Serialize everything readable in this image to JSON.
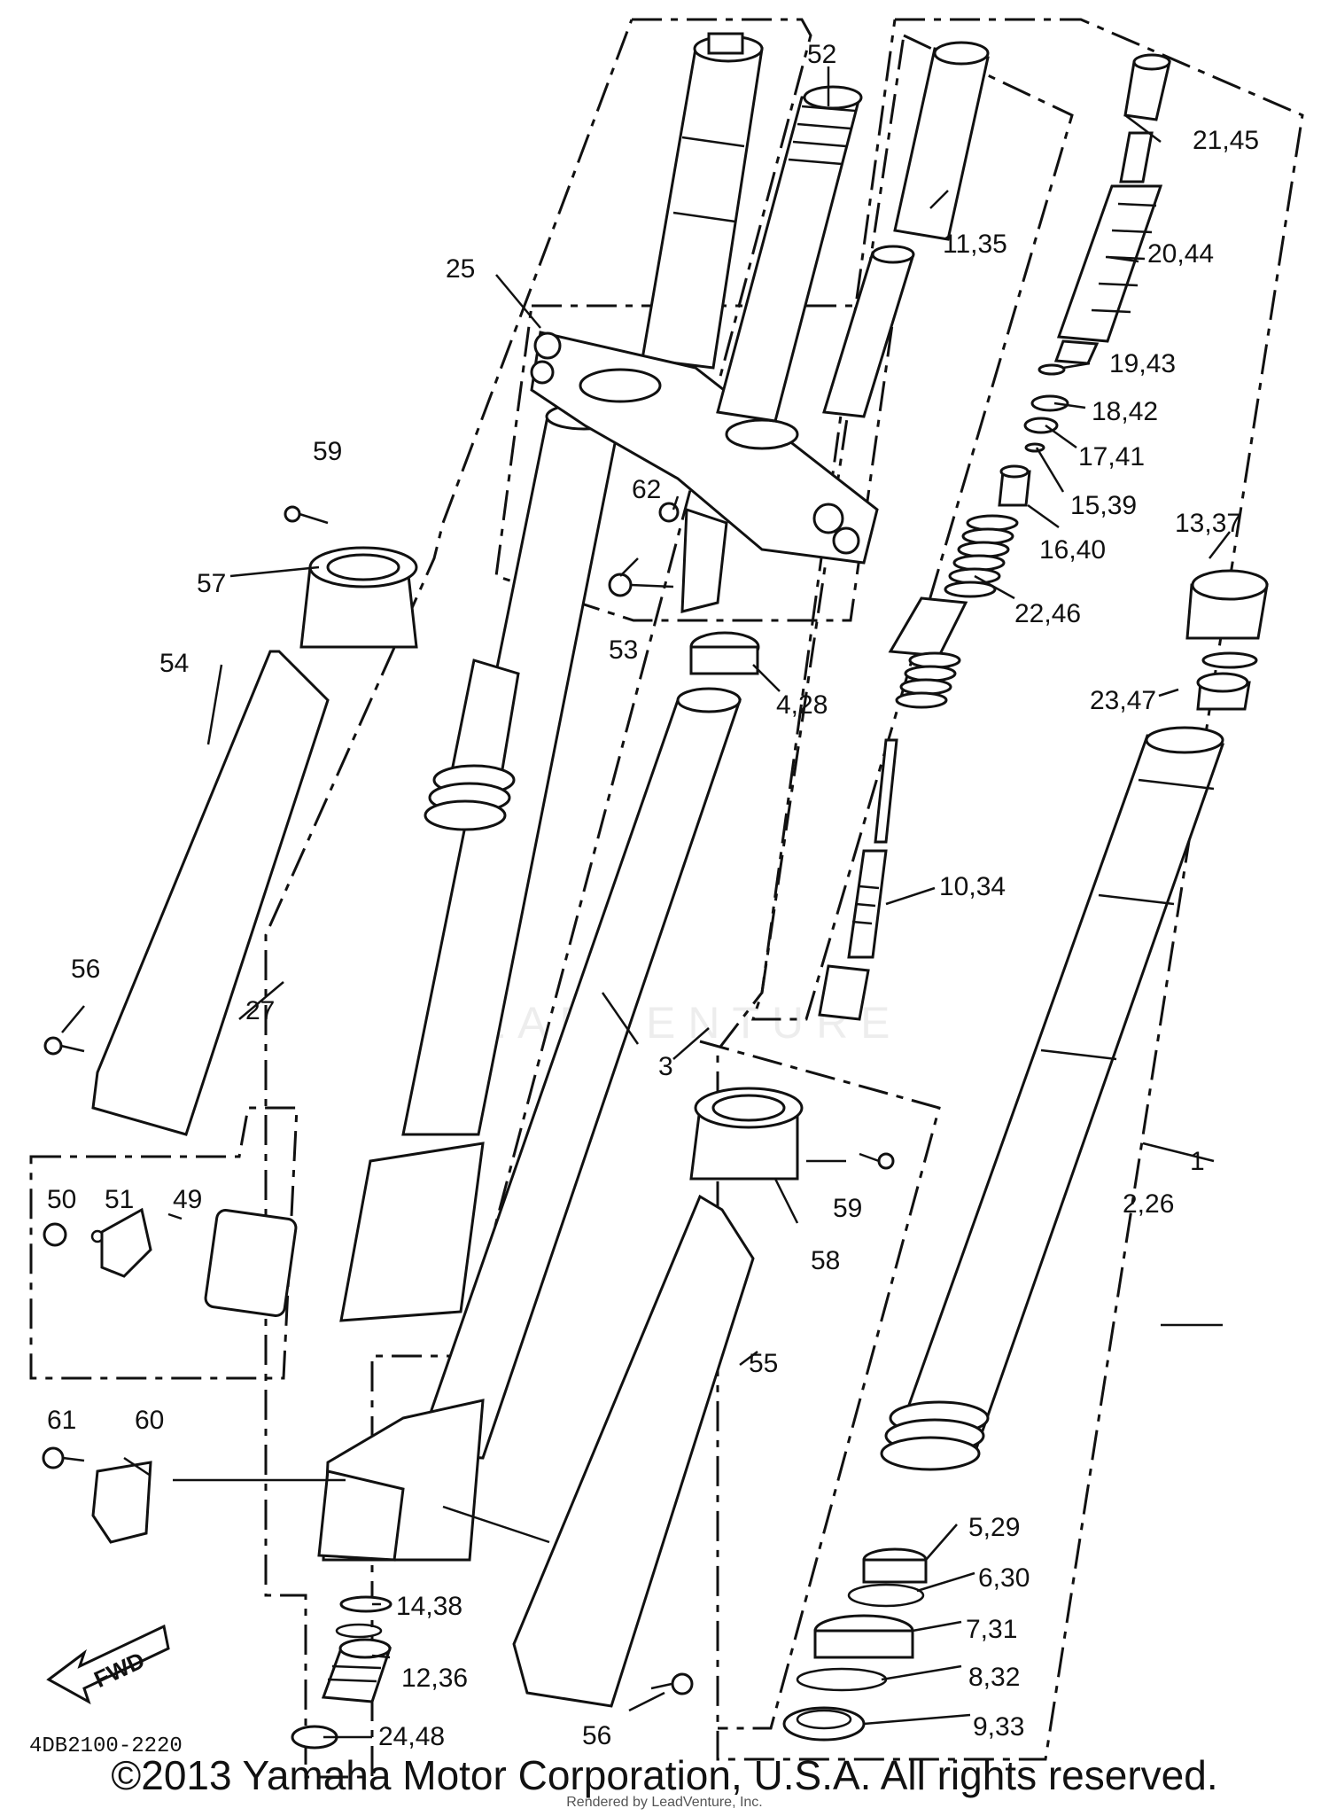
{
  "diagram": {
    "code": "4DB2100-2220",
    "fwd_label": "FWD",
    "watermark": "LEADVENTURE",
    "labels": {
      "l1": "1",
      "l2_26": "2,26",
      "l3": "3",
      "l4_28": "4,28",
      "l5_29": "5,29",
      "l6_30": "6,30",
      "l7_31": "7,31",
      "l8_32": "8,32",
      "l9_33": "9,33",
      "l10_34": "10,34",
      "l11_35": "11,35",
      "l12_36": "12,36",
      "l13_37": "13,37",
      "l14_38": "14,38",
      "l15_39": "15,39",
      "l16_40": "16,40",
      "l17_41": "17,41",
      "l18_42": "18,42",
      "l19_43": "19,43",
      "l20_44": "20,44",
      "l21_45": "21,45",
      "l22_46": "22,46",
      "l23_47": "23,47",
      "l24_48": "24,48",
      "l25": "25",
      "l27": "27",
      "l49": "49",
      "l50": "50",
      "l51": "51",
      "l52": "52",
      "l53": "53",
      "l54": "54",
      "l55": "55",
      "l56a": "56",
      "l56b": "56",
      "l57": "57",
      "l58": "58",
      "l59a": "59",
      "l59b": "59",
      "l60": "60",
      "l61": "61",
      "l62": "62"
    }
  },
  "footer": {
    "copyright": "©2013 Yamaha Motor Corporation, U.S.A. All rights reserved.",
    "rendered_by": "Rendered by LeadVenture, Inc."
  }
}
